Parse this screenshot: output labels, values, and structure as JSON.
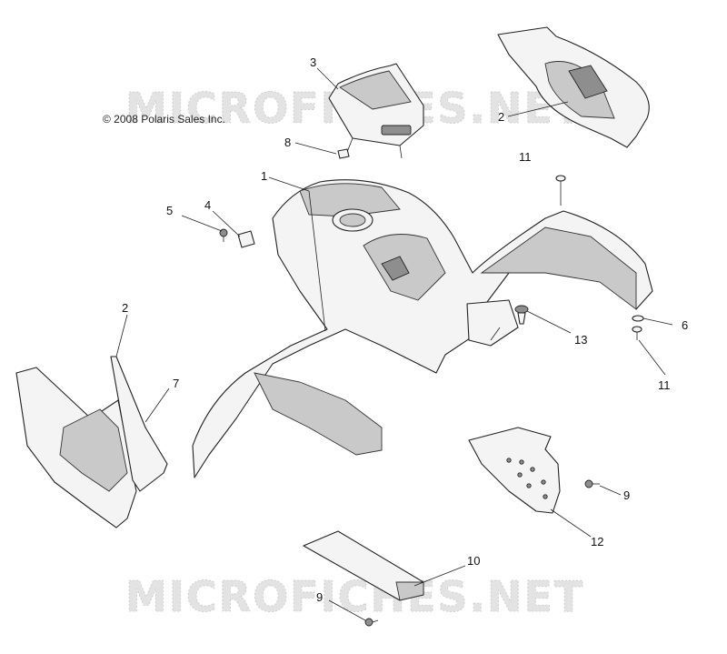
{
  "copyright": "© 2008 Polaris Sales Inc.",
  "watermark": "MICROFICHES.NET",
  "callouts": [
    "1",
    "2",
    "2",
    "3",
    "4",
    "5",
    "6",
    "7",
    "8",
    "9",
    "9",
    "10",
    "11",
    "11",
    "12",
    "13"
  ]
}
